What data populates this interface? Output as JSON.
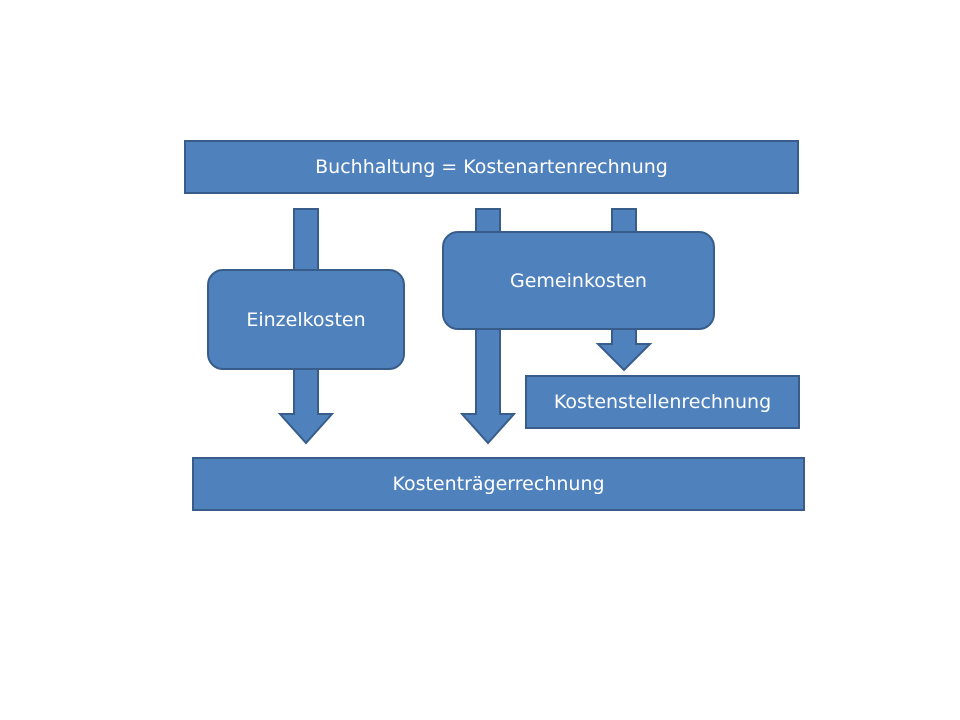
{
  "diagram": {
    "nodes": {
      "buchhaltung": "Buchhaltung = Kostenartenrechnung",
      "einzelkosten": "Einzelkosten",
      "gemeinkosten": "Gemeinkosten",
      "kostenstellenrechnung": "Kostenstellenrechnung",
      "kostentraegerrechnung": "Kostenträgerrechnung"
    },
    "edges": [
      {
        "from": "buchhaltung",
        "via": "einzelkosten",
        "to": "kostentraegerrechnung"
      },
      {
        "from": "buchhaltung",
        "via": "gemeinkosten",
        "to": "kostentraegerrechnung"
      },
      {
        "from": "buchhaltung",
        "via": "gemeinkosten",
        "to": "kostenstellenrechnung"
      }
    ],
    "colors": {
      "fill": "#4f81bd",
      "stroke": "#385d8a",
      "text": "#ffffff"
    }
  }
}
